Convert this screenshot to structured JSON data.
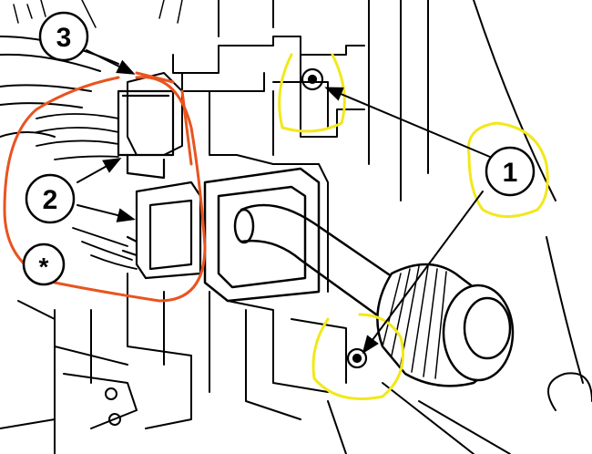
{
  "callouts": {
    "c1": "1",
    "c2": "2",
    "c3": "3",
    "star": "*"
  },
  "colors": {
    "linework": "#000000",
    "highlight_yellow": "#f2e81a",
    "highlight_orange": "#e8541f",
    "background": "#ffffff"
  }
}
